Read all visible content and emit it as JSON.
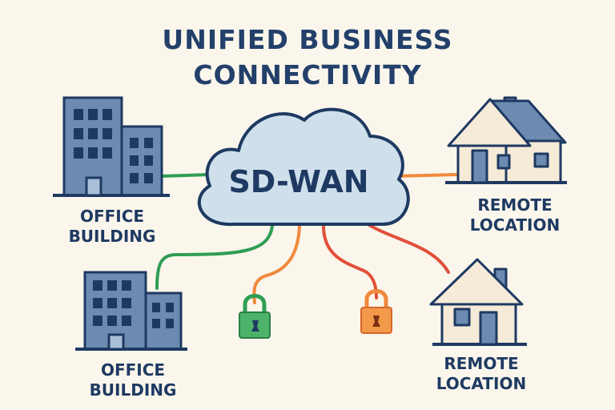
{
  "title_line1": "UNIFIED BUSINESS",
  "title_line2": "CONNECTIVITY",
  "hub_label": "SD-WAN",
  "nodes": {
    "office_top": "OFFICE\nBUILDING",
    "office_bottom": "OFFICE\nBUILDING",
    "remote_top": "REMOTE\nLOCATION",
    "remote_bottom": "REMOTE\nLOCATION"
  },
  "colors": {
    "green": "#2f9e55",
    "orange": "#f08a3c",
    "red": "#e1503a",
    "navy": "#1e3a62",
    "building": "#6d8bb0",
    "cloud": "#cfe0ec",
    "house": "#f6ead8"
  },
  "icons": [
    "office-building-icon",
    "house-icon",
    "cloud-icon",
    "padlock-icon"
  ]
}
